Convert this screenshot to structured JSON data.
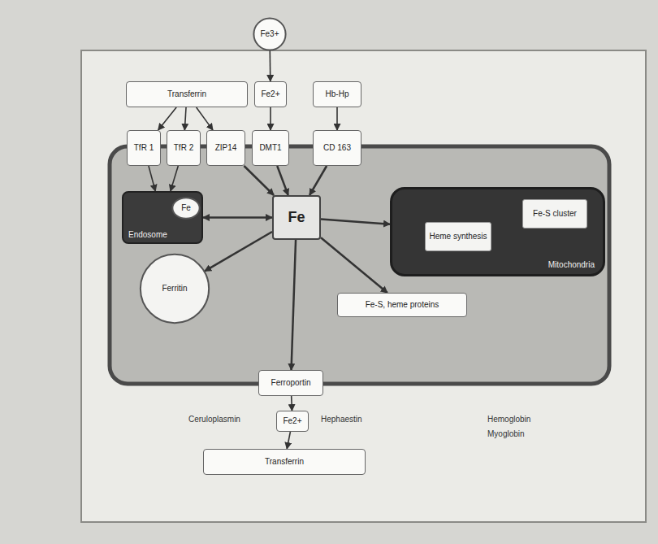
{
  "diagram": {
    "nodes": [
      {
        "text": [
          "Fe3+"
        ]
      },
      {
        "text": [
          "Transferrin"
        ]
      },
      {
        "text": [
          "Fe2+"
        ]
      },
      {
        "text": [
          "Hb-Hp"
        ]
      },
      {
        "text": [
          "TfR 1"
        ]
      },
      {
        "text": [
          "TfR 2"
        ]
      },
      {
        "text": [
          "ZIP14"
        ]
      },
      {
        "text": [
          "DMT1"
        ]
      },
      {
        "text": [
          "CD 163"
        ]
      },
      {
        "text": [
          "Endosome"
        ]
      },
      {
        "text": [
          "Fe"
        ],
        "in": 9
      },
      {
        "text": [
          "Fe"
        ]
      },
      {
        "text": [
          "Mitochondria"
        ]
      },
      {
        "text": [
          "Heme synthesis"
        ],
        "in": 12
      },
      {
        "text": [
          "Fe-S cluster"
        ],
        "in": 12
      },
      {
        "text": [
          "Ferritin"
        ]
      },
      {
        "text": [
          "Fe-S, heme proteins"
        ]
      },
      {
        "text": [
          "Ferroportin"
        ]
      },
      {
        "text": [
          "Fe2+"
        ]
      },
      {
        "text": [
          "Transferrin"
        ]
      }
    ],
    "edges": [
      {
        "from": 0,
        "to": 2,
        "arrow": "to"
      },
      {
        "from": 1,
        "to": 4,
        "arrow": "to"
      },
      {
        "from": 1,
        "to": 5,
        "arrow": "to"
      },
      {
        "from": 1,
        "to": 6,
        "arrow": "to"
      },
      {
        "from": 2,
        "to": 7,
        "arrow": "to"
      },
      {
        "from": 3,
        "to": 8,
        "arrow": "to"
      },
      {
        "from": 4,
        "to": 9,
        "arrow": "to"
      },
      {
        "from": 5,
        "to": 9,
        "arrow": "to"
      },
      {
        "from": 6,
        "to": 11,
        "arrow": "to"
      },
      {
        "from": 7,
        "to": 11,
        "arrow": "to"
      },
      {
        "from": 8,
        "to": 11,
        "arrow": "to"
      },
      {
        "from": 9,
        "to": 11,
        "arrow": "both"
      },
      {
        "from": 11,
        "to": 15,
        "arrow": "to"
      },
      {
        "from": 11,
        "to": 12,
        "arrow": "to"
      },
      {
        "from": 11,
        "to": 16,
        "arrow": "to"
      },
      {
        "from": 11,
        "to": 17,
        "arrow": "to"
      },
      {
        "from": 17,
        "to": 18,
        "arrow": "to"
      },
      {
        "from": 18,
        "to": 19,
        "arrow": "to"
      }
    ],
    "labels": [
      "Ceruloplasmin",
      "Hephaestin",
      "Hemoglobin",
      "Myoglobin"
    ]
  }
}
